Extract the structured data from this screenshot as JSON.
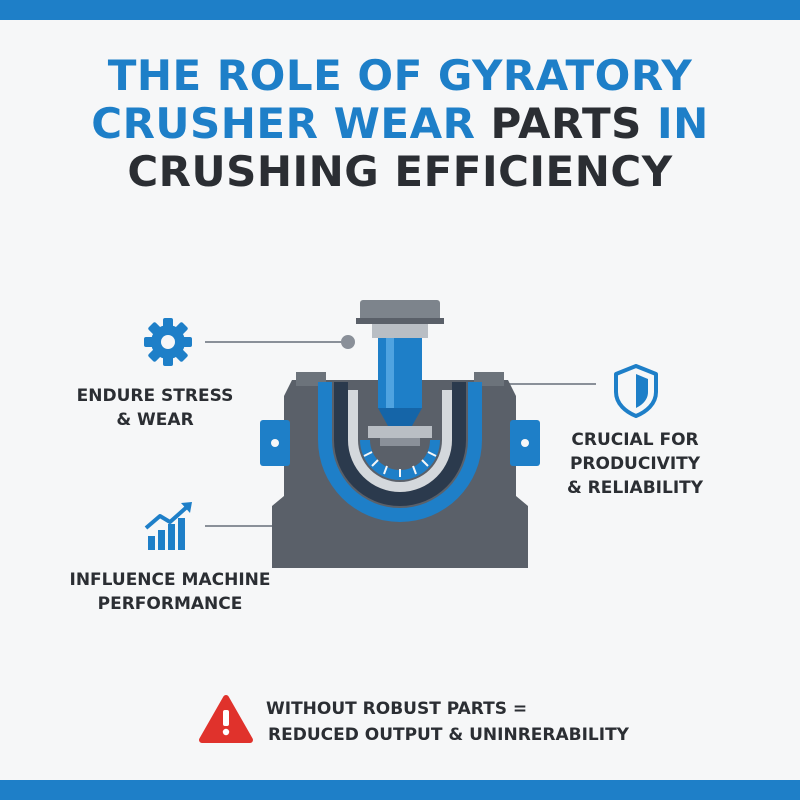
{
  "title": {
    "line1": "THE ROLE OF GYRATORY",
    "line2_blue": "CRUSHER WEAR",
    "line2_dark": " PARTS",
    "line2_blue_end": " IN",
    "line3": "CRUSHING EFFICIENCY"
  },
  "callouts": {
    "stress": {
      "line1": "ENDURE STRESS",
      "line2": "& WEAR",
      "icon": "gear-icon"
    },
    "performance": {
      "line1": "INFLUENCE MACHINE",
      "line2": "PERFORMANCE",
      "icon": "growth-chart-icon"
    },
    "productivity": {
      "line1": "CRUCIAL FOR",
      "line2": "PRODUCIVITY",
      "line3": "& RELIABILITY",
      "icon": "shield-icon"
    }
  },
  "warning": {
    "line1": "WITHOUT ROBUST PARTS =",
    "line2": "REDUCED OUTPUT & UNINRERABILITY",
    "icon": "warning-triangle-icon"
  },
  "colors": {
    "accent": "#1e7fc8",
    "dark": "#2b2e33",
    "steel": "#5a6069",
    "alert": "#e0322c"
  }
}
